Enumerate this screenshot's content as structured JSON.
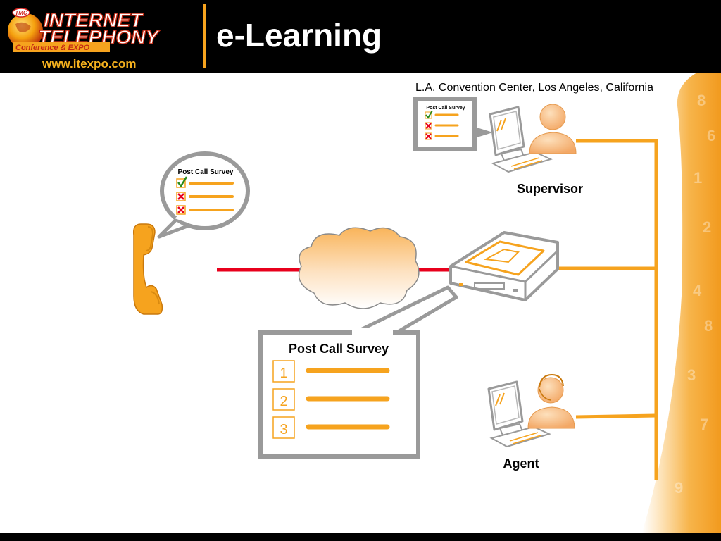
{
  "header": {
    "logo_top": "TMC",
    "logo_line1": "INTERNET",
    "logo_line2": "TELEPHONY",
    "logo_line3": "Conference & EXPO",
    "website": "www.itexpo.com",
    "title": "e-Learning"
  },
  "diagram": {
    "location_caption": "L.A. Convention Center, Los Angeles, California",
    "phone_bubble_title": "Post Call Survey",
    "supervisor_bubble_title": "Post Call Survey",
    "supervisor_label": "Supervisor",
    "agent_label": "Agent",
    "survey_box": {
      "title": "Post Call Survey",
      "items": [
        "1",
        "2",
        "3"
      ]
    }
  },
  "colors": {
    "accent_orange": "#f6a31e",
    "line_red": "#e8001c",
    "box_gray": "#9a9a9a",
    "header_bg": "#000000"
  }
}
